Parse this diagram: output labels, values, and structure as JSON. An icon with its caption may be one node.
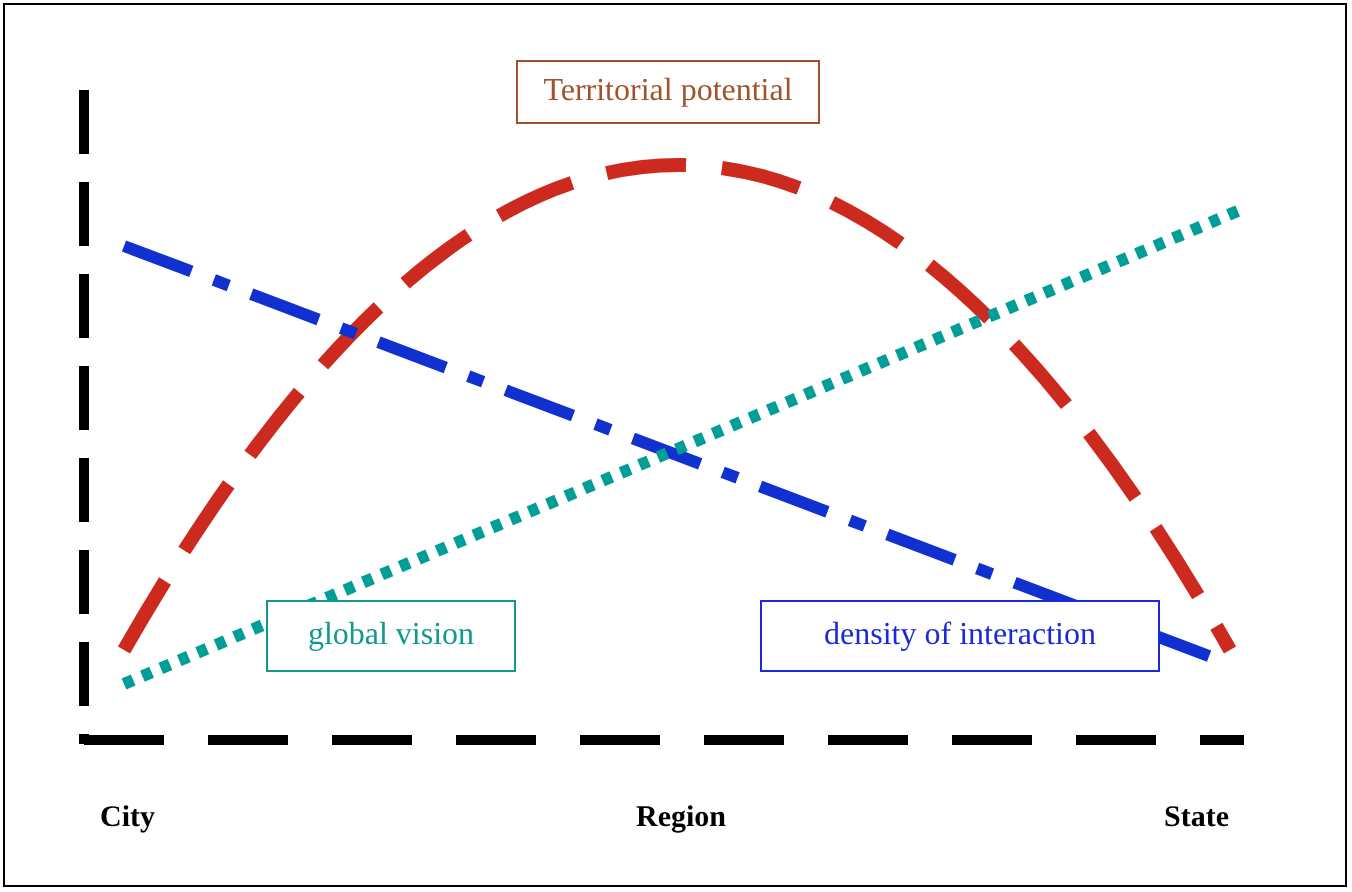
{
  "diagram": {
    "nodes": [
      {
        "text": [
          "Territorial potential"
        ]
      },
      {
        "text": [
          "global vision"
        ]
      },
      {
        "text": [
          "density of interaction"
        ]
      }
    ],
    "labels": [
      "City",
      "Region",
      "State"
    ]
  }
}
